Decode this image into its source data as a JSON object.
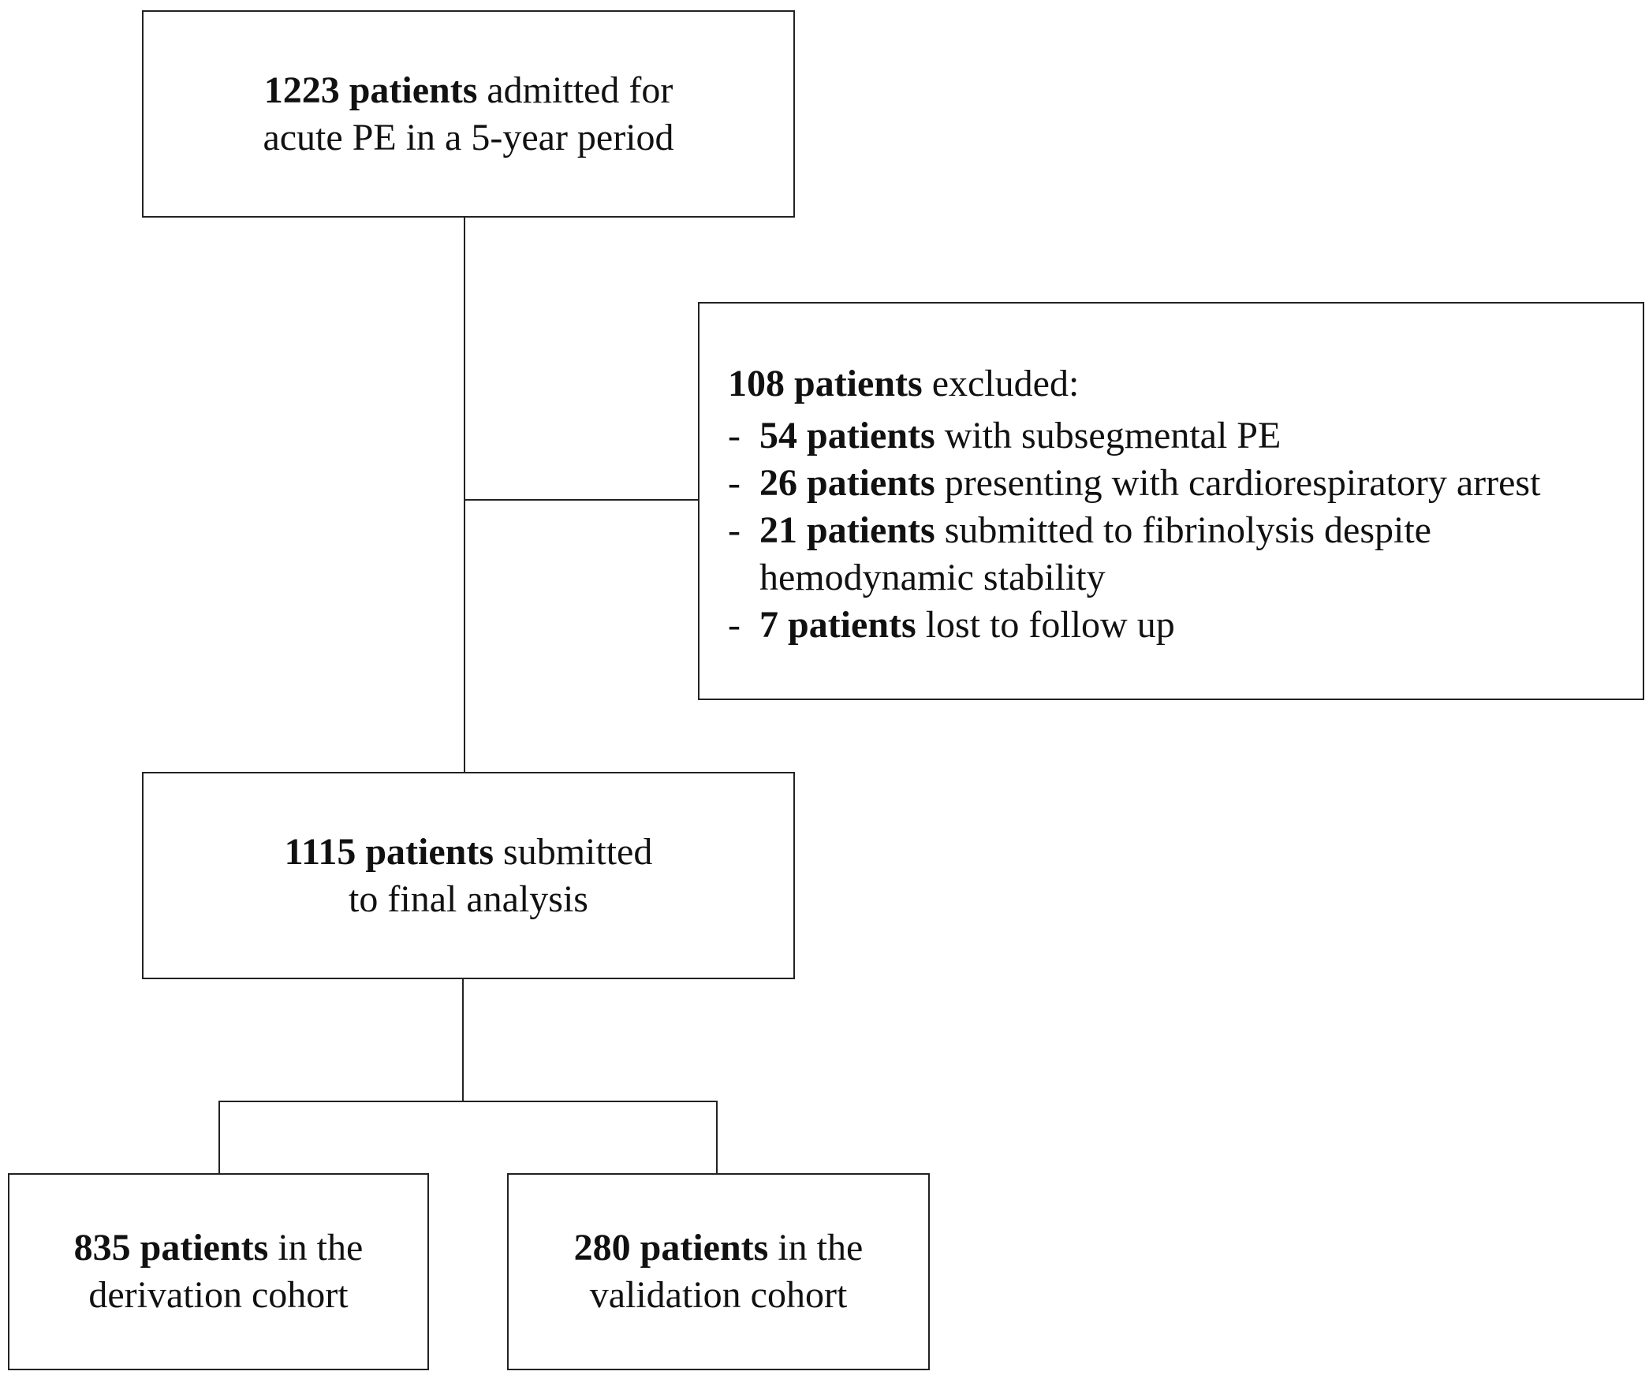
{
  "top_box": {
    "bold": "1223 patients",
    "line1_rest": " admitted for",
    "line2": "acute PE in a 5-year period"
  },
  "excluded_box": {
    "header_bold": "108 patients",
    "header_rest": " excluded:",
    "items": [
      {
        "bold": "54 patients",
        "rest": " with subsegmental PE"
      },
      {
        "bold": "26 patients",
        "rest": " presenting with cardiorespiratory arrest"
      },
      {
        "bold": "21 patients",
        "rest": " submitted to fibrinolysis despite",
        "line2": "hemodynamic stability"
      },
      {
        "bold": "7 patients",
        "rest": " lost to follow up"
      }
    ],
    "dash": "-"
  },
  "middle_box": {
    "bold": "1115 patients",
    "line1_rest": " submitted",
    "line2": "to final analysis"
  },
  "left_box": {
    "bold": "835 patients",
    "line1_rest": " in the",
    "line2": "derivation cohort"
  },
  "right_box": {
    "bold": "280 patients",
    "line1_rest": " in the",
    "line2": "validation cohort"
  }
}
